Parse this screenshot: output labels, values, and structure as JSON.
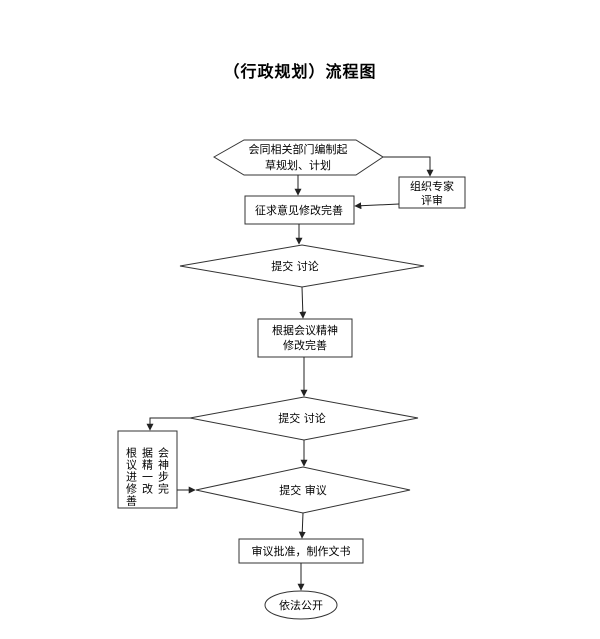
{
  "title": "（行政规划）流程图",
  "nodes": {
    "draft": {
      "line1": "会同相关部门编制起",
      "line2": "草规划、计划"
    },
    "expert": {
      "line1": "组织专家",
      "line2": "评审"
    },
    "revise1": {
      "label": "征求意见修改完善"
    },
    "discuss1": {
      "label": "提交 讨论"
    },
    "revise2": {
      "line1": "根据会议精神",
      "line2": "修改完善"
    },
    "discuss2": {
      "label": "提交 讨论"
    },
    "revise3": {
      "col1": "根议进修善",
      "col2": "据精一改",
      "col3": "会神步完"
    },
    "review": {
      "label": "提交 审议"
    },
    "approve": {
      "label": "审议批准，制作文书"
    },
    "publish": {
      "label": "依法公开"
    }
  }
}
